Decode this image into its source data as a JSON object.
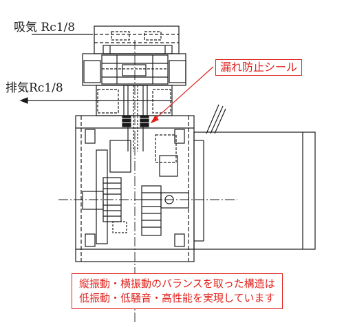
{
  "labels": {
    "intake": "吸気 Rc1/8",
    "exhaust": "排気Rc1/8",
    "seal": "漏れ防止シール"
  },
  "note": {
    "line1": "縦振動・横振動のバランスを取った構造は",
    "line2": "低振動・低騒音・高性能を実現しています"
  },
  "colors": {
    "line": "#1a1a1a",
    "accent": "#e0201b"
  }
}
